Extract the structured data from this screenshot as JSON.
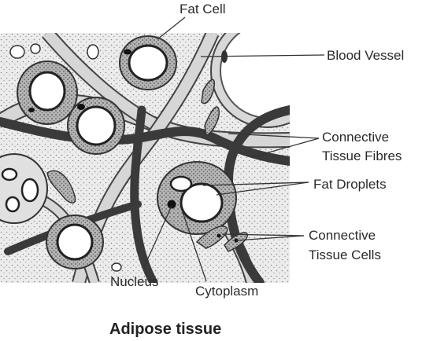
{
  "title": "Adipose tissue",
  "labels": {
    "fat_cell": "Fat Cell",
    "blood_vessel": "Blood Vessel",
    "connective_tissue_fibres_1": "Connective",
    "connective_tissue_fibres_2": "Tissue Fibres",
    "fat_droplets": "Fat Droplets",
    "connective_tissue_cells_1": "Connective",
    "connective_tissue_cells_2": "Tissue Cells",
    "nucleus": "Nucleus",
    "cytoplasm": "Cytoplasm"
  }
}
